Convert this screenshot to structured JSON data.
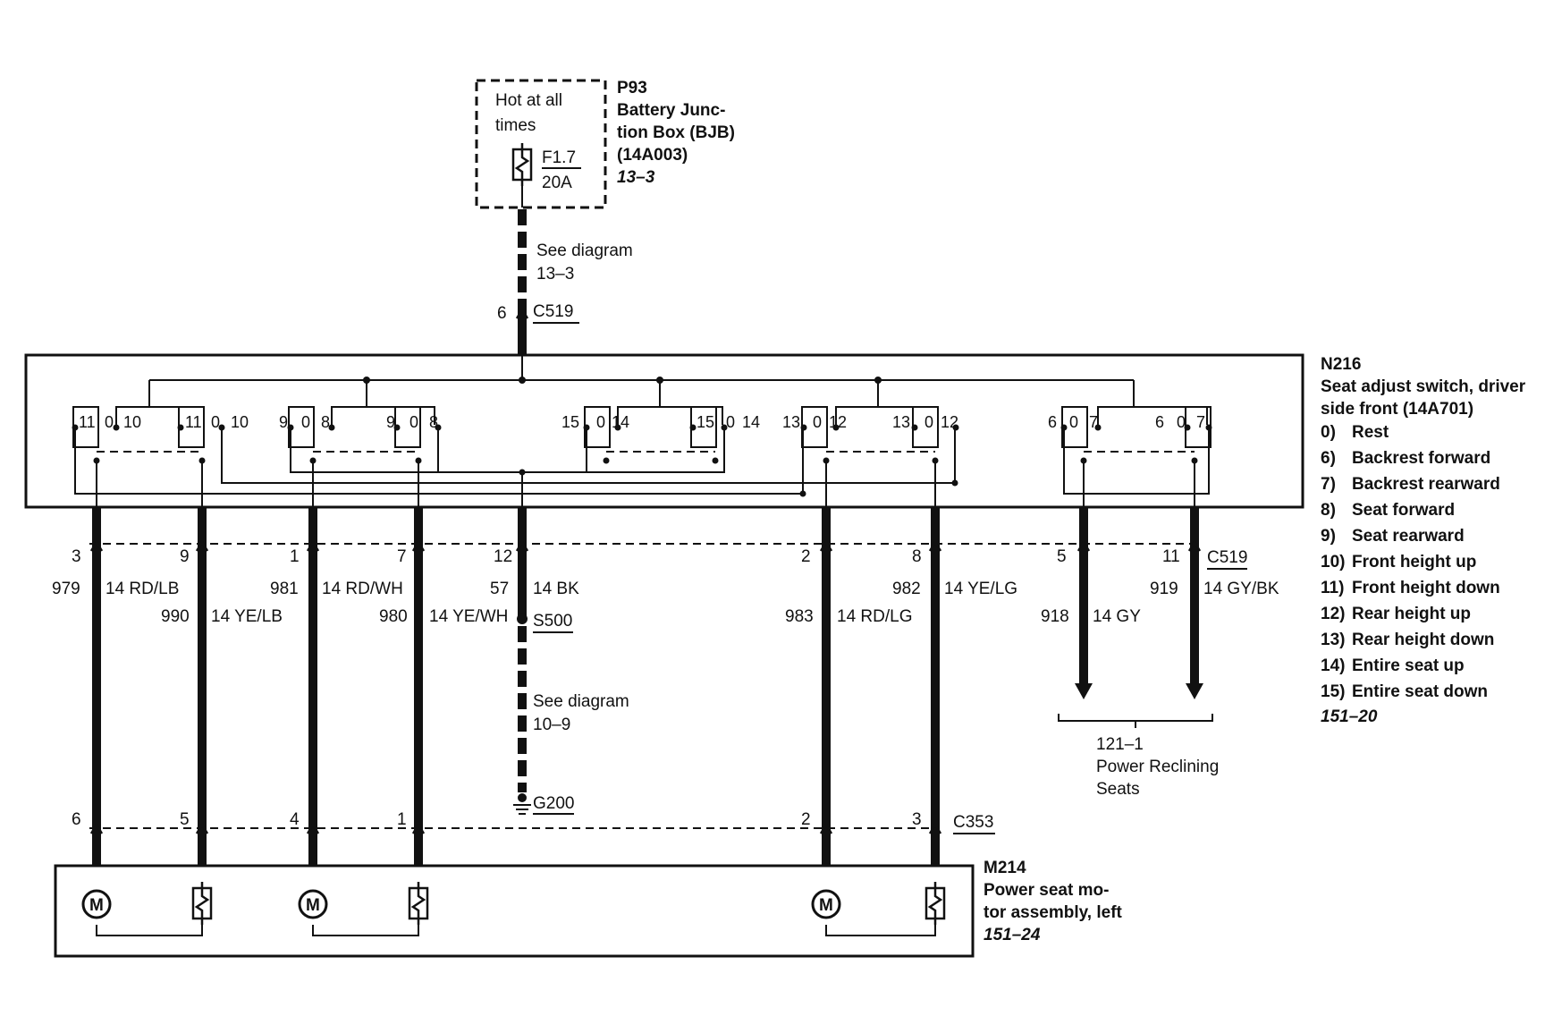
{
  "fuse_box": {
    "hot_text_1": "Hot at all",
    "hot_text_2": "times",
    "fuse_id": "F1.7",
    "fuse_rating": "20A",
    "id": "P93",
    "name_1": "Battery Junc-",
    "name_2": "tion Box (BJB)",
    "part": "(14A003)",
    "ref": "13–3"
  },
  "feed": {
    "see_1": "See diagram",
    "see_2": "13–3",
    "pin": "6",
    "connector": "C519"
  },
  "switch": {
    "id": "N216",
    "name_1": "Seat adjust switch, driver",
    "name_2": "side front (14A701)",
    "positions": [
      {
        "num": "0)",
        "label": "Rest"
      },
      {
        "num": "6)",
        "label": "Backrest forward"
      },
      {
        "num": "7)",
        "label": "Backrest rearward"
      },
      {
        "num": "8)",
        "label": "Seat forward"
      },
      {
        "num": "9)",
        "label": "Seat rearward"
      },
      {
        "num": "10)",
        "label": "Front height up"
      },
      {
        "num": "11)",
        "label": "Front height down"
      },
      {
        "num": "12)",
        "label": "Rear height up"
      },
      {
        "num": "13)",
        "label": "Rear height down"
      },
      {
        "num": "14)",
        "label": "Entire seat up"
      },
      {
        "num": "15)",
        "label": "Entire seat down"
      }
    ],
    "ref": "151–20",
    "groups": [
      {
        "a": "11",
        "b": "0",
        "c": "10"
      },
      {
        "a": "11",
        "b": "0",
        "c": "10"
      },
      {
        "a": "9",
        "b": "0",
        "c": "8"
      },
      {
        "a": "9",
        "b": "0",
        "c": "8"
      },
      {
        "a": "15",
        "b": "0",
        "c": "14"
      },
      {
        "a": "15",
        "b": "0",
        "c": "14"
      },
      {
        "a": "13",
        "b": "0",
        "c": "12"
      },
      {
        "a": "13",
        "b": "0",
        "c": "12"
      },
      {
        "a": "6",
        "b": "0",
        "c": "7"
      },
      {
        "a": "6",
        "b": "0",
        "c": "7"
      }
    ]
  },
  "wires": [
    {
      "pin_top": "3",
      "circuit": "979",
      "gauge_color": "14 RD/LB",
      "pin_bottom": "6"
    },
    {
      "pin_top": "9",
      "circuit": "990",
      "gauge_color": "14 YE/LB",
      "pin_bottom": "5"
    },
    {
      "pin_top": "1",
      "circuit": "981",
      "gauge_color": "14 RD/WH",
      "pin_bottom": "4"
    },
    {
      "pin_top": "7",
      "circuit": "980",
      "gauge_color": "14 YE/WH",
      "pin_bottom": "1"
    },
    {
      "pin_top": "12",
      "circuit": "57",
      "gauge_color": "14 BK",
      "pin_bottom": ""
    },
    {
      "pin_top": "2",
      "circuit": "983",
      "gauge_color": "14 RD/LG",
      "pin_bottom": "2"
    },
    {
      "pin_top": "8",
      "circuit": "982",
      "gauge_color": "14 YE/LG",
      "pin_bottom": "3"
    },
    {
      "pin_top": "5",
      "circuit": "918",
      "gauge_color": "14 GY",
      "pin_bottom": ""
    },
    {
      "pin_top": "11",
      "circuit": "919",
      "gauge_color": "14 GY/BK",
      "pin_bottom": ""
    }
  ],
  "connector_top": "C519",
  "connector_bottom": "C353",
  "splice": "S500",
  "ground": {
    "see_1": "See diagram",
    "see_2": "10–9",
    "id": "G200"
  },
  "reclining": {
    "ref": "121–1",
    "label_1": "Power Reclining",
    "label_2": "Seats"
  },
  "motor_assembly": {
    "id": "M214",
    "name_1": "Power seat mo-",
    "name_2": "tor assembly, left",
    "ref": "151–24",
    "motor_symbol": "M"
  }
}
